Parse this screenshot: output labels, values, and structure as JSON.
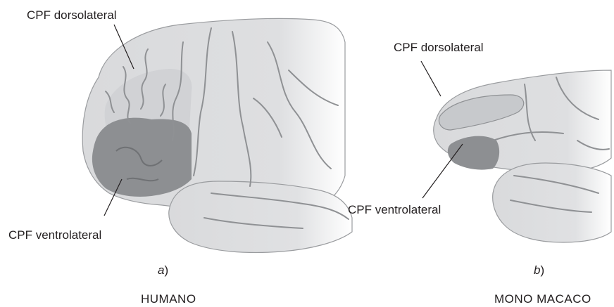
{
  "figure": {
    "panel_a": {
      "label_top": "CPF dorsolateral",
      "label_bottom": "CPF ventrolateral",
      "letter": "a",
      "paren": ")",
      "species": "HUMANO"
    },
    "panel_b": {
      "label_top": "CPF dorsolateral",
      "label_bottom": "CPF ventrolateral",
      "letter": "b",
      "paren": ")",
      "species": "MONO MACACO"
    }
  },
  "colors": {
    "background": "#ffffff",
    "cortex": "#d9dadc",
    "sulcus": "#9a9c9f",
    "dorsolateral_region": "#c9cbce",
    "ventrolateral_region": "#8d8f92",
    "text": "#231f20"
  }
}
